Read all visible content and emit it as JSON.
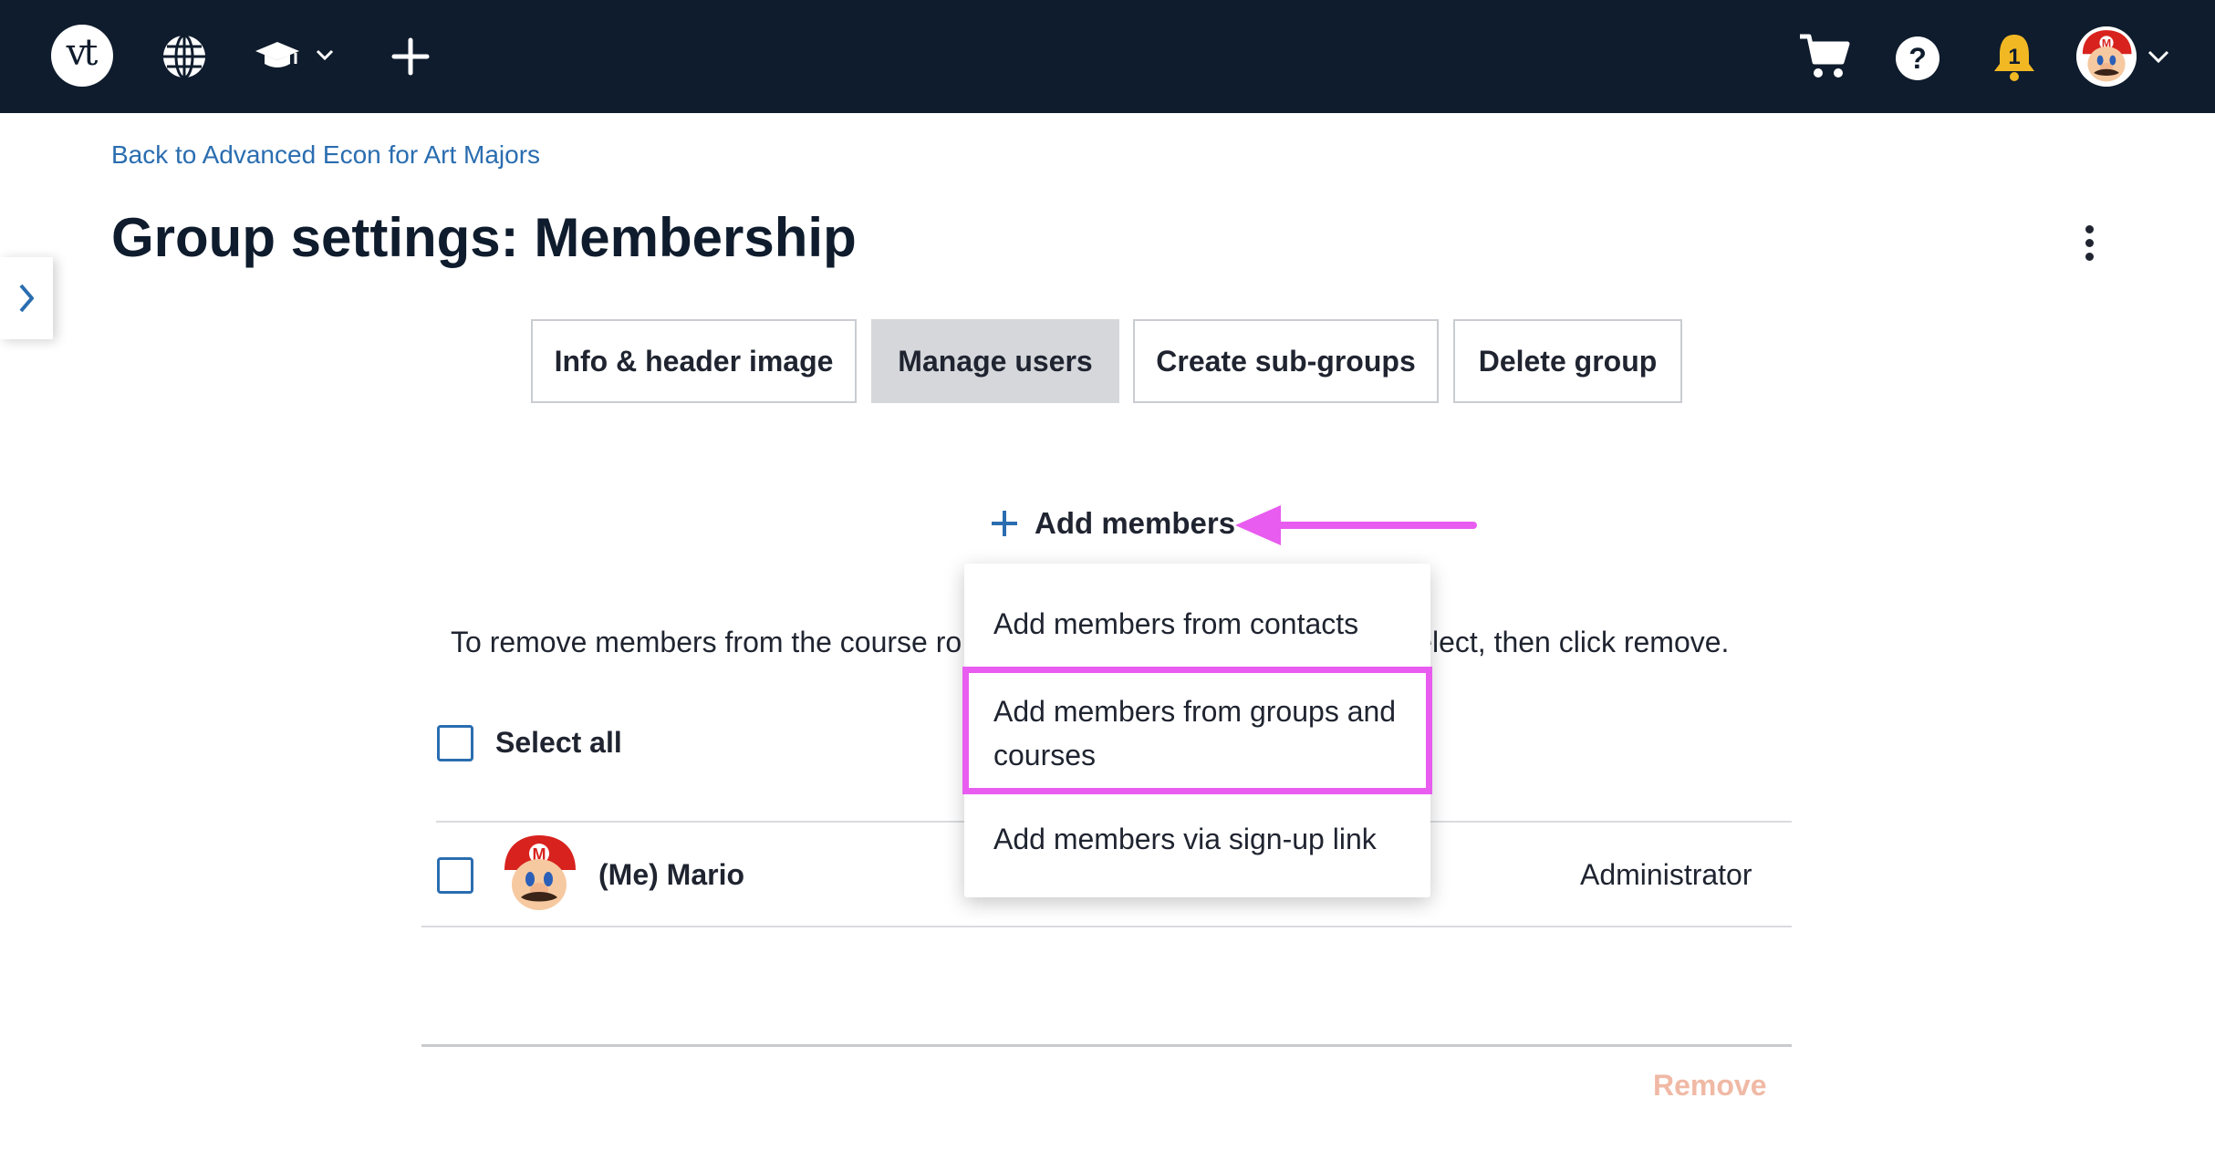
{
  "nav": {
    "logo_text": "vt",
    "icons": [
      "globe-icon",
      "graduation-cap-icon",
      "chevron-down-icon",
      "plus-icon",
      "cart-icon",
      "help-icon",
      "bell-icon",
      "avatar",
      "chevron-down-icon"
    ],
    "bell_badge": "1"
  },
  "colors": {
    "topbar_bg": "#0f1c2d",
    "link": "#2a6db0",
    "active_tab": "#d5d7db",
    "annotation": "#e85cf0",
    "remove_disabled": "#f0b9a5",
    "bell": "#f2b824"
  },
  "page": {
    "back_link": "Back to Advanced Econ for Art Majors",
    "title": "Group settings: Membership"
  },
  "tabs": [
    {
      "label": "Info & header image",
      "active": false
    },
    {
      "label": "Manage users",
      "active": true
    },
    {
      "label": "Create sub-groups",
      "active": false
    },
    {
      "label": "Delete group",
      "active": false
    }
  ],
  "add_members": {
    "label": "Add members",
    "menu": [
      "Add members from contacts",
      "Add members from groups and courses",
      "Add members via sign-up link"
    ]
  },
  "members": {
    "instructions_left": "To remove members from the course ro",
    "instructions_right": "elect, then click remove.",
    "select_all": "Select all",
    "rows": [
      {
        "name": "(Me) Mario",
        "role": "Administrator"
      }
    ],
    "remove_label": "Remove"
  }
}
